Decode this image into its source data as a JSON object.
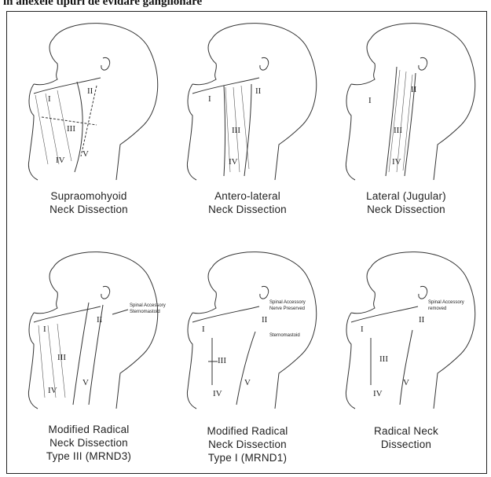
{
  "heading": "in anexele tipuri de evidare ganglionare",
  "panels": [
    {
      "caption": [
        "Supraomohyoid",
        "Neck Dissection"
      ],
      "levels": [
        "I",
        "II",
        "III",
        "IV",
        "V"
      ],
      "annotations": []
    },
    {
      "caption": [
        "Antero-lateral",
        "Neck Dissection"
      ],
      "levels": [
        "I",
        "II",
        "III",
        "IV"
      ],
      "annotations": []
    },
    {
      "caption": [
        "Lateral (Jugular)",
        "Neck Dissection"
      ],
      "levels": [
        "I",
        "II",
        "III",
        "IV"
      ],
      "annotations": []
    },
    {
      "caption": [
        "Modified Radical",
        "Neck Dissection",
        "Type III (MRND3)"
      ],
      "levels": [
        "I",
        "II",
        "III",
        "IV",
        "V"
      ],
      "annotations": [
        "Spinal Accessory",
        "Sternomastoid"
      ]
    },
    {
      "caption": [
        "Modified Radical",
        "Neck Dissection",
        "Type I  (MRND1)"
      ],
      "levels": [
        "I",
        "II",
        "III",
        "IV",
        "V"
      ],
      "annotations": [
        "Spinal Accessory",
        "Nerve Preserved",
        "Sternomastoid"
      ]
    },
    {
      "caption": [
        "Radical Neck",
        "Dissection"
      ],
      "levels": [
        "I",
        "II",
        "III",
        "IV",
        "V"
      ],
      "annotations": [
        "Spinal Accessory",
        "removed"
      ]
    }
  ]
}
